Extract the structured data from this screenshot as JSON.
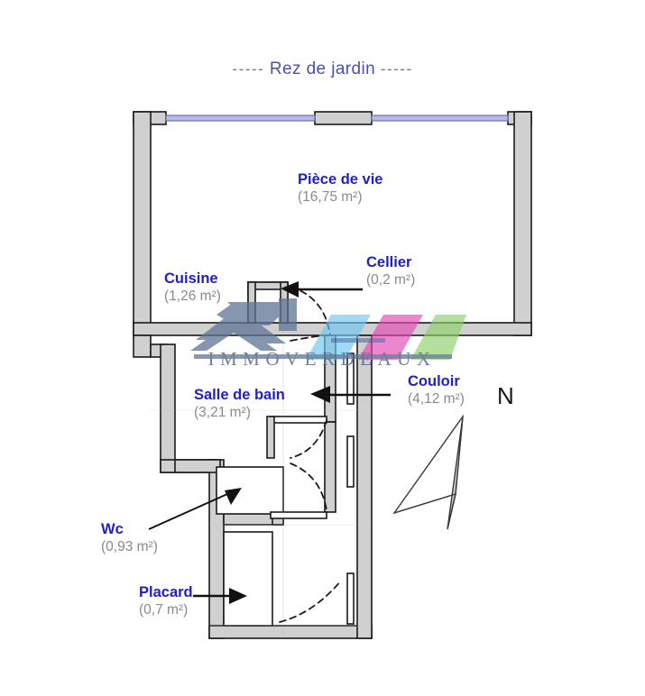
{
  "header": {
    "title": "Rez de jardin",
    "dash_left": "-----",
    "dash_right": "-----",
    "title_color": "#4a4fb5"
  },
  "compass": {
    "label": "N",
    "name": "north-arrow"
  },
  "watermark": {
    "brand": "IMMOVERDEAUX",
    "logo_color": "#5e7494",
    "stripe_colors": [
      "#6fc5f0",
      "#e24ab4",
      "#8ed06a"
    ],
    "text_color": "#5e6f8d"
  },
  "rooms": [
    {
      "id": "piece-de-vie",
      "name": "Pièce de vie",
      "area": "(16,75 m²)"
    },
    {
      "id": "cuisine",
      "name": "Cuisine",
      "area": "(1,26 m²)"
    },
    {
      "id": "cellier",
      "name": "Cellier",
      "area": "(0,2 m²)"
    },
    {
      "id": "salle-de-bain",
      "name": "Salle de bain",
      "area": "(3,21 m²)"
    },
    {
      "id": "couloir",
      "name": "Couloir",
      "area": "(4,12 m²)"
    },
    {
      "id": "wc",
      "name": "Wc",
      "area": "(0,93 m²)"
    },
    {
      "id": "placard",
      "name": "Placard",
      "area": "(0,7 m²)"
    }
  ],
  "style": {
    "wall_fill": "#d0d0d0",
    "wall_stroke": "#1a1a1a",
    "window_color": "#8a8ad0",
    "interior_fill": "#ffffff",
    "door_arc_color": "#1a1a1a",
    "compass_fill": "#cccccc"
  }
}
